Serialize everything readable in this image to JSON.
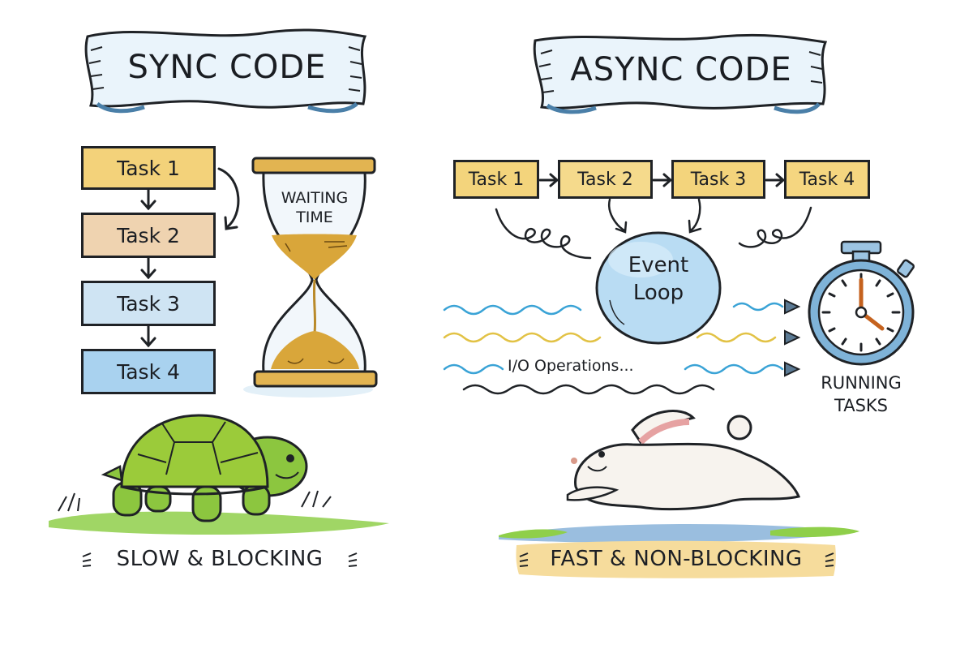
{
  "sync": {
    "title": "SYNC CODE",
    "tasks": [
      {
        "label": "Task 1",
        "color": "#f3d27a"
      },
      {
        "label": "Task 2",
        "color": "#efd3b0"
      },
      {
        "label": "Task 3",
        "color": "#cfe4f3"
      },
      {
        "label": "Task 4",
        "color": "#a9d2ef"
      }
    ],
    "hourglass_label_line1": "WAITING",
    "hourglass_label_line2": "TIME",
    "mascot": "turtle",
    "caption": "SLOW & BLOCKING"
  },
  "async": {
    "title": "ASYNC CODE",
    "tasks": [
      {
        "label": "Task 1",
        "color": "#f3d47c"
      },
      {
        "label": "Task 2",
        "color": "#f5da8c"
      },
      {
        "label": "Task 3",
        "color": "#f3d47c"
      },
      {
        "label": "Task 4",
        "color": "#f5d680"
      }
    ],
    "event_loop_line1": "Event",
    "event_loop_line2": "Loop",
    "io_label": "I/O Operations...",
    "timer_label_line1": "RUNNING",
    "timer_label_line2": "TASKS",
    "mascot": "rabbit",
    "caption": "FAST & NON-BLOCKING",
    "caption_highlight": "#f6dc9c"
  },
  "colors": {
    "ink": "#1f2226",
    "blue_wave": "#3aa3d6",
    "yellow_wave": "#e2c245",
    "sand": "#d9a63a",
    "turtle_green": "#8cc63f",
    "grass": "#8fcf4a",
    "bubble": "#b9dcf3"
  }
}
